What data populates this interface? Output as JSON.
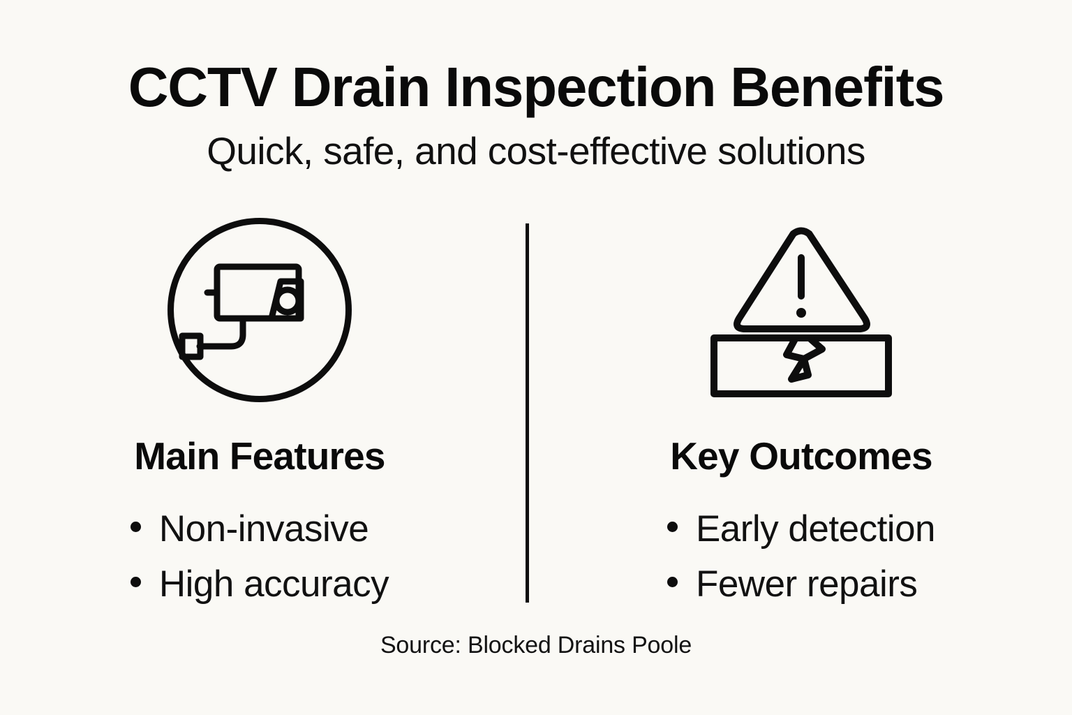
{
  "header": {
    "title": "CCTV Drain Inspection Benefits",
    "subtitle": "Quick, safe, and cost-effective solutions"
  },
  "columns": [
    {
      "icon": "cctv-camera-circle-icon",
      "heading": "Main Features",
      "bullets": [
        "Non-invasive",
        "High accuracy"
      ]
    },
    {
      "icon": "warning-cracked-pipe-icon",
      "heading": "Key Outcomes",
      "bullets": [
        "Early detection",
        "Fewer repairs"
      ]
    }
  ],
  "footer": {
    "source": "Source: Blocked Drains Poole"
  },
  "colors": {
    "background": "#faf9f5",
    "ink": "#0d0d0d",
    "divider": "#0d0d0d"
  }
}
